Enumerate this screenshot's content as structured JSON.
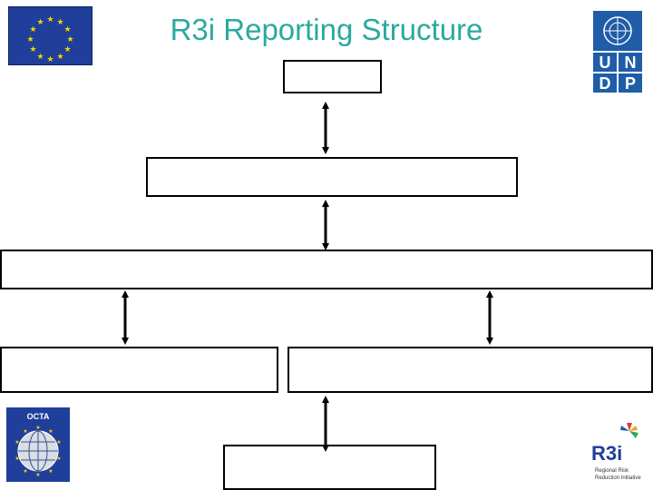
{
  "title": "R3i Reporting Structure",
  "logos": {
    "eu": {
      "icon": "eu-flag-icon",
      "color": "#1f3f9a",
      "star_color": "#f5d400"
    },
    "undp": {
      "icon": "undp-logo-icon",
      "letters": [
        "U",
        "N",
        "D",
        "P"
      ],
      "color": "#1f5da8"
    },
    "octa": {
      "icon": "octa-logo-icon",
      "label": "OCTA",
      "color": "#1f3f9a"
    },
    "r3i": {
      "icon": "r3i-logo-icon",
      "wordmark": "R3i",
      "tagline_1": "Regional Risk",
      "tagline_2": "Reduction Initiative"
    }
  },
  "diagram": {
    "boxes": [
      "",
      "",
      "",
      "",
      "",
      ""
    ]
  },
  "colors": {
    "title": "#2aa9a0",
    "line": "#000000"
  }
}
